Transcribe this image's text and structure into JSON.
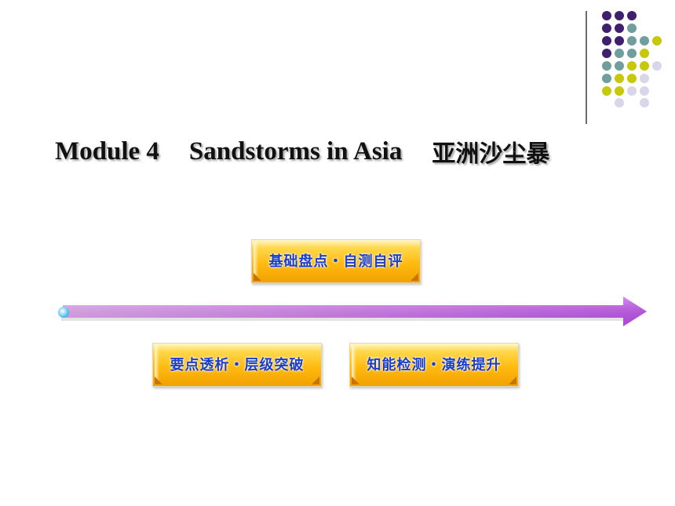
{
  "slide": {
    "title_en_part1": "Module 4",
    "title_en_part2": "Sandstorms in Asia",
    "title_zh": "亚洲沙尘暴"
  },
  "buttons": {
    "basics": "基础盘点・自测自评",
    "key_points": "要点透析・层级突破",
    "knowledge_check": "知能检测・演练提升"
  },
  "colors": {
    "purple": "#3f1f6e",
    "teal": "#6f9e9e",
    "yellow": "#c8c80a",
    "lavender": "#d9d6ea",
    "arrow": "#c45cf0",
    "label_blue": "#1a3ec9"
  }
}
